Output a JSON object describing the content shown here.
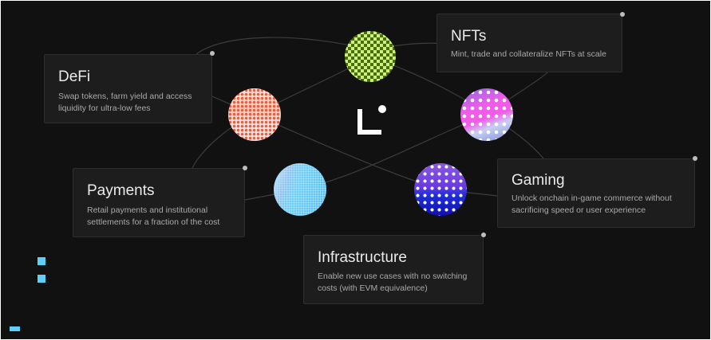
{
  "brand": {
    "logo": "L",
    "accent": "#5fd0f5"
  },
  "cards": [
    {
      "id": "defi",
      "title": "DeFi",
      "description": "Swap tokens, farm yield and access liquidity for ultra-low fees"
    },
    {
      "id": "nfts",
      "title": "NFTs",
      "description": "Mint, trade and collateralize NFTs at scale"
    },
    {
      "id": "payments",
      "title": "Payments",
      "description": "Retail payments and institutional settlements for a fraction of the cost"
    },
    {
      "id": "gaming",
      "title": "Gaming",
      "description": "Unlock onchain in-game commerce without sacrificing speed or user experience"
    },
    {
      "id": "infrastructure",
      "title": "Infrastructure",
      "description": "Enable new use cases with no switching costs (with EVM equivalence)"
    }
  ],
  "orbs": [
    {
      "name": "nfts-orb",
      "colors": [
        "#c9f27a",
        "#5a7a12"
      ]
    },
    {
      "name": "defi-orb",
      "colors": [
        "#f05a3a",
        "#ececec"
      ]
    },
    {
      "name": "gaming-orb",
      "colors": [
        "#f05ce8",
        "#8a7ae0"
      ]
    },
    {
      "name": "payments-orb",
      "colors": [
        "#5ac8f5",
        "#d8e8f8"
      ]
    },
    {
      "name": "infrastructure-orb",
      "colors": [
        "#7a4ae0",
        "#1a2ad0"
      ]
    }
  ]
}
